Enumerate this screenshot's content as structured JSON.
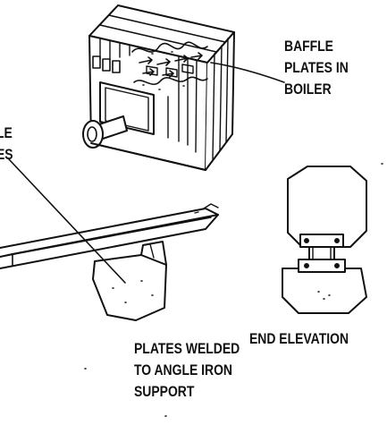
{
  "labels": {
    "baffle": [
      "BAFFLE",
      "PLATES IN",
      "BOILER"
    ],
    "cut": [
      "LE",
      "ES"
    ],
    "welded": [
      "PLATES WELDED",
      "TO ANGLE IRON",
      "SUPPORT"
    ],
    "end_elevation": "END ELEVATION"
  },
  "colors": {
    "ink": "#111111",
    "paper": "#ffffff"
  }
}
